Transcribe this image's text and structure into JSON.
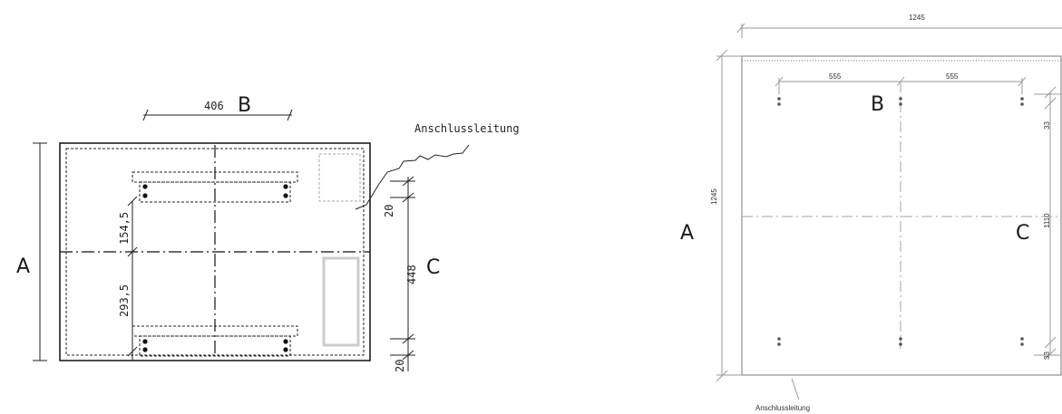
{
  "left_drawing": {
    "label_a": "A",
    "label_b": "B",
    "label_c": "C",
    "dim_top": "406",
    "dim_upper_left": "154,5",
    "dim_lower_left": "293,5",
    "dim_right_main": "448",
    "dim_right_top": "20",
    "dim_right_bottom": "20",
    "connection_label": "Anschlussleitung"
  },
  "right_drawing": {
    "label_a": "A",
    "label_b": "B",
    "label_c": "C",
    "dim_width": "1245",
    "dim_height": "1245",
    "dim_left_span": "555",
    "dim_right_span": "555",
    "dim_inner_height": "1110",
    "dim_top_offset": "33",
    "dim_bottom_offset": "33",
    "connection_label": "Anschlussleitung"
  }
}
